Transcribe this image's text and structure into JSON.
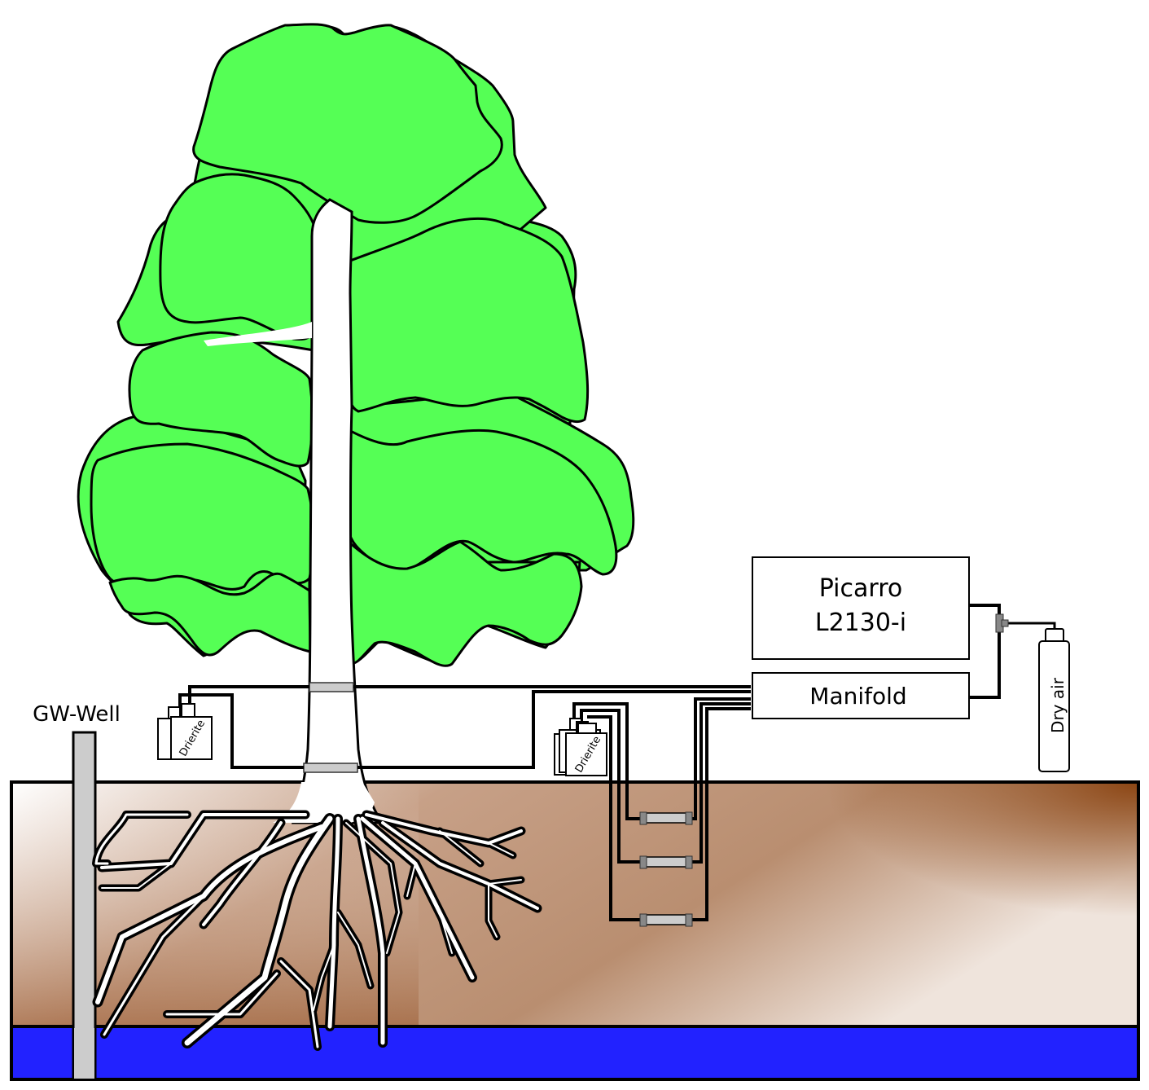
{
  "diagram": {
    "title": "Tree water isotope sampling setup",
    "labels": {
      "well": "GW-Well",
      "analyzer_line1": "Picarro",
      "analyzer_line2": "L2130-i",
      "manifold": "Manifold",
      "dry_air": "Dry air",
      "drierite_tree": "Drierite",
      "drierite_soil": "Drierite"
    },
    "components": [
      {
        "id": "tree",
        "type": "tree",
        "label": ""
      },
      {
        "id": "gw-well",
        "type": "groundwater-well",
        "label": "GW-Well"
      },
      {
        "id": "picarro",
        "type": "isotope-analyzer",
        "label": "Picarro L2130-i"
      },
      {
        "id": "manifold",
        "type": "valve-manifold",
        "label": "Manifold"
      },
      {
        "id": "dry-air",
        "type": "gas-cylinder",
        "label": "Dry air"
      },
      {
        "id": "drierite-tree",
        "type": "desiccant-cartridge",
        "label": "Drierite",
        "count": 2
      },
      {
        "id": "drierite-soil",
        "type": "desiccant-cartridge",
        "label": "Drierite",
        "count": 3
      },
      {
        "id": "stem-probes",
        "type": "stem-borehole-collar",
        "count": 2
      },
      {
        "id": "soil-probes",
        "type": "soil-gas-probe",
        "count": 3
      }
    ],
    "layers": [
      {
        "name": "air",
        "color": "#ffffff"
      },
      {
        "name": "soil",
        "color_top_left": "#ffffff",
        "color_bottom": "#a0663e",
        "color_top_right": "#8b4513"
      },
      {
        "name": "groundwater",
        "color": "#2222ff"
      }
    ],
    "colors": {
      "foliage": "#55ff55",
      "probe_gray": "#cccccc",
      "tee_gray": "#888888",
      "outline": "#000000"
    }
  }
}
